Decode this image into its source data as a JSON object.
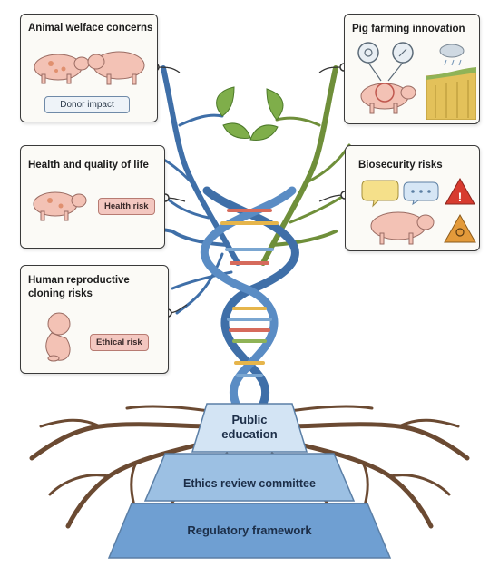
{
  "panels": {
    "animal_welfare": {
      "title": "Animal welface concerns",
      "tag": "Donor impact"
    },
    "health": {
      "title": "Health and quality of life",
      "tag": "Health risk"
    },
    "cloning": {
      "title_line1": "Human reproductive",
      "title_line2": "cloning risks",
      "tag": "Ethical risk"
    },
    "pig_farming": {
      "title": "Pig farming innovation"
    },
    "biosecurity": {
      "title": "Biosecurity risks"
    }
  },
  "foundation": {
    "top_line1": "Public",
    "top_line2": "education",
    "middle": "Ethics review committee",
    "bottom": "Regulatory framework"
  },
  "colors": {
    "dna_blue": "#3f6fa8",
    "branch_green": "#6f8f3a",
    "root_brown": "#6b4a32",
    "tier_blue": "#9cc0e3"
  }
}
